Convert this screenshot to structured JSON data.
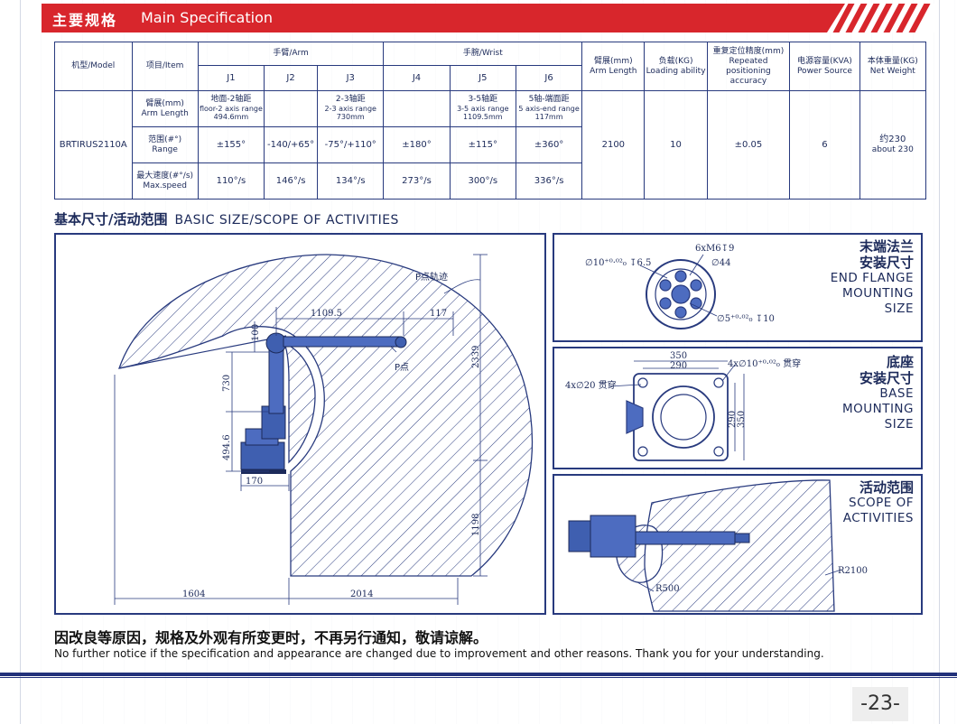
{
  "header": {
    "title_cn": "主要规格",
    "title_en": "Main Specification"
  },
  "spec_table": {
    "col_model": "机型/Model",
    "col_item": "项目/Item",
    "group_arm": "手臂/Arm",
    "group_wrist": "手腕/Wrist",
    "joints": [
      "J1",
      "J2",
      "J3",
      "J4",
      "J5",
      "J6"
    ],
    "col_arm_length": {
      "cn": "臂展(mm)",
      "en": "Arm Length"
    },
    "col_load": {
      "cn": "负载(KG)",
      "en": "Loading ability"
    },
    "col_repeat": {
      "cn": "重复定位精度(mm)",
      "en": "Repeated positioning accuracy"
    },
    "col_power": {
      "cn": "电源容量(KVA)",
      "en": "Power Source"
    },
    "col_weight": {
      "cn": "本体重量(KG)",
      "en": "Net Weight"
    },
    "model": "BRTIRUS2110A",
    "row_arm": {
      "cn": "臂展(mm)",
      "en": "Arm Length"
    },
    "arm_j1": {
      "l1": "地面-2轴距",
      "l2": "floor-2 axis range",
      "l3": "494.6mm"
    },
    "arm_j3": {
      "l1": "2-3轴距",
      "l2": "2-3 axis range",
      "l3": "730mm"
    },
    "arm_j5": {
      "l1": "3-5轴距",
      "l2": "3-5 axis range",
      "l3": "1109.5mm"
    },
    "arm_j6": {
      "l1": "5轴-端面距",
      "l2": "5 axis-end range",
      "l3": "117mm"
    },
    "row_range": {
      "cn": "范围(#°)",
      "en": "Range"
    },
    "range": [
      "±155°",
      "-140/+65°",
      "-75°/+110°",
      "±180°",
      "±115°",
      "±360°"
    ],
    "row_speed": {
      "cn": "最大速度(#°/s)",
      "en": "Max.speed"
    },
    "speed": [
      "110°/s",
      "146°/s",
      "134°/s",
      "273°/s",
      "300°/s",
      "336°/s"
    ],
    "arm_length_value": "2100",
    "load_value": "10",
    "repeat_value": "±0.05",
    "power_value": "6",
    "weight_value": {
      "cn": "约230",
      "en": "about 230"
    }
  },
  "section2": {
    "title_cn": "基本尺寸/活动范围",
    "title_en": "BASIC SIZE/SCOPE OF ACTIVITIES"
  },
  "main_diagram": {
    "label_p_track": "P点轨迹",
    "label_p_point": "P点",
    "dims": {
      "d1109": "1109.5",
      "d117": "117",
      "d100": "100",
      "d730": "730",
      "d494": "494.6",
      "d170": "170",
      "d2339": "2339",
      "d1198": "1198",
      "d1604": "1604",
      "d2014": "2014"
    }
  },
  "flange_panel": {
    "title_cn_1": "末端法兰",
    "title_cn_2": "安装尺寸",
    "title_en_1": "END FLANGE",
    "title_en_2": "MOUNTING",
    "title_en_3": "SIZE",
    "dim_hole1": "∅10⁺⁰·⁰²₀ ↧6.5",
    "dim_m6": "6xM6↧9",
    "dim_44": "∅44",
    "dim_hole2": "∅5⁺⁰·⁰²₀ ↧10"
  },
  "base_panel": {
    "title_cn_1": "底座",
    "title_cn_2": "安装尺寸",
    "title_en_1": "BASE",
    "title_en_2": "MOUNTING",
    "title_en_3": "SIZE",
    "dim_350_top": "350",
    "dim_290_top": "290",
    "dim_4x20": "4x∅20 贯穿",
    "dim_4x10": "4x∅10⁺⁰·⁰²₀ 贯穿",
    "dim_290_side": "290",
    "dim_350_side": "350"
  },
  "scope_panel": {
    "title_cn": "活动范围",
    "title_en_1": "SCOPE OF",
    "title_en_2": "ACTIVITIES",
    "dim_r2100": "R2100",
    "dim_r500": "R500"
  },
  "footer": {
    "note_cn": "因改良等原因，规格及外观有所变更时，不再另行通知，敬请谅解。",
    "note_en": "No further notice if the specification and appearance are changed due to improvement and other reasons. Thank you for your understanding.",
    "page_number": "-23-"
  },
  "colors": {
    "header_red": "#d8262c",
    "ink_navy": "#1c2a5a",
    "line_navy": "#283a7e",
    "robot_blue": "#3f5fb0"
  }
}
